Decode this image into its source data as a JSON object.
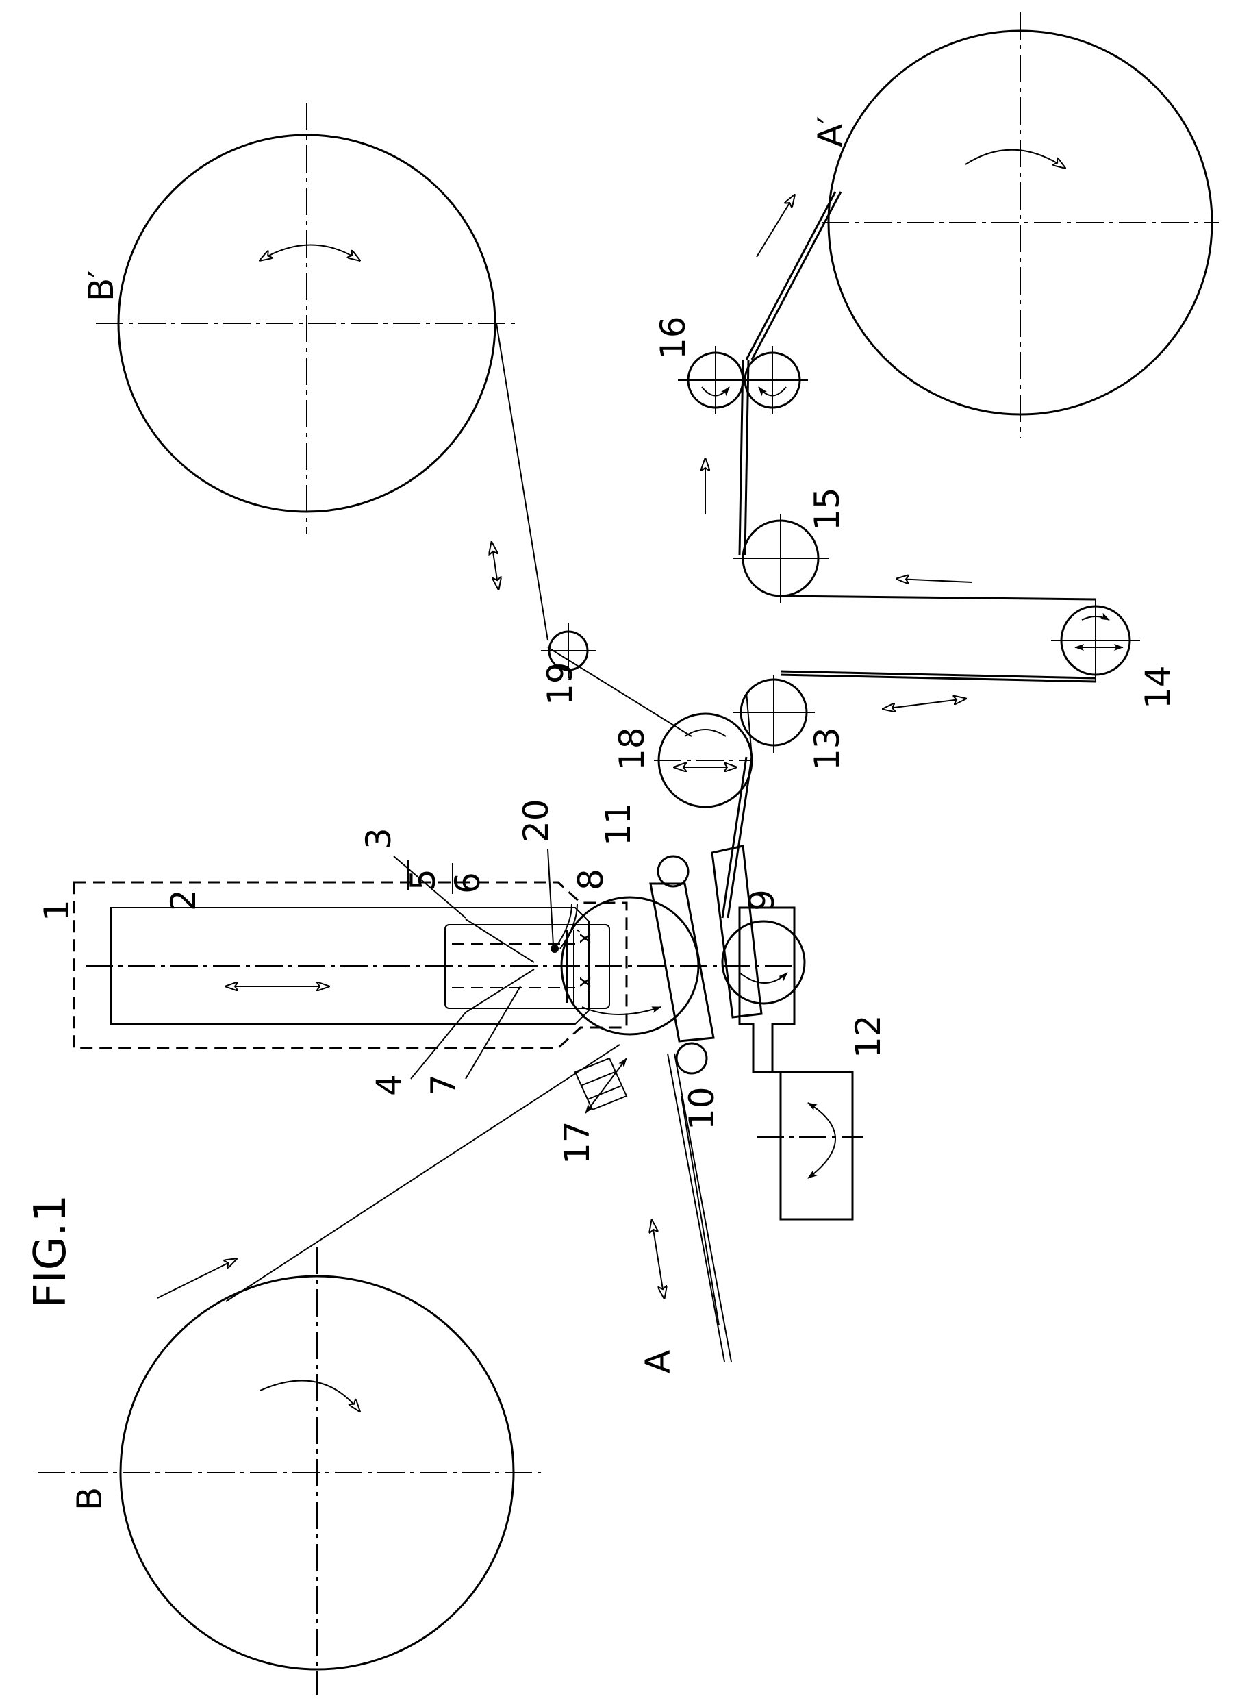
{
  "figure": {
    "title": "FIG.1"
  },
  "labels": {
    "reel_B": "B",
    "reel_B_prime": "B′",
    "reel_A_prime": "A′",
    "sheet_A": "A",
    "n1": "1",
    "n2": "2",
    "n3": "3",
    "n4": "4",
    "n5": "5",
    "n6": "6",
    "n7": "7",
    "n8": "8",
    "n9": "9",
    "n10": "10",
    "n11": "11",
    "n12": "12",
    "n13": "13",
    "n14": "14",
    "n15": "15",
    "n16": "16",
    "n17": "17",
    "n18": "18",
    "n19": "19",
    "n20": "20",
    "mark_x": "x",
    "mark_x_prime": "x′"
  }
}
